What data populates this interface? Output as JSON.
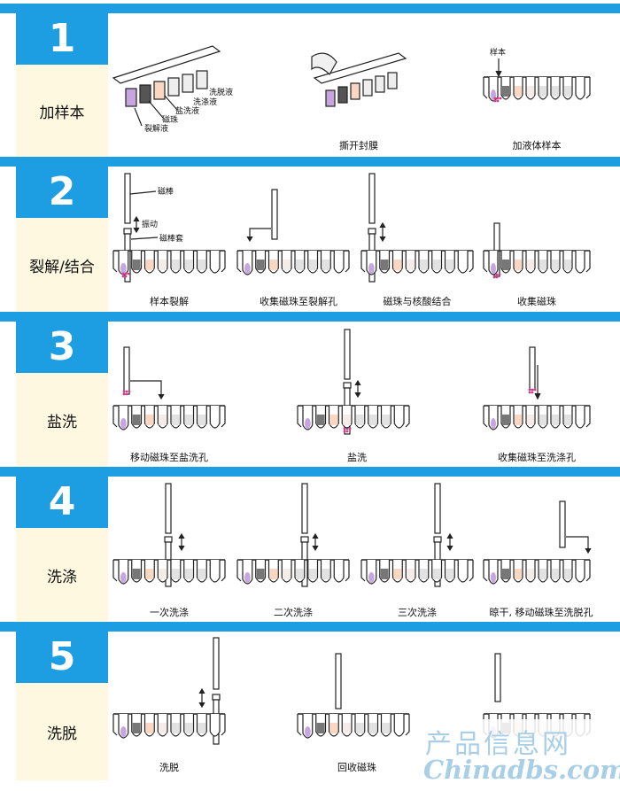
{
  "steps": [
    {
      "number": "1",
      "label": "加样本",
      "captions": [
        "撕开封膜",
        "加液体样本"
      ],
      "annotations": {
        "wash_elution": "洗脱液",
        "wash": "洗涤液",
        "salt": "盐洗液",
        "beads": "磁珠",
        "lysis": "裂解液",
        "sample": "样本"
      }
    },
    {
      "number": "2",
      "label": "裂解/结合",
      "captions": [
        "样本裂解",
        "收集磁珠至裂解孔",
        "磁珠与核酸结合",
        "收集磁珠"
      ],
      "annotations": {
        "rod": "磁棒",
        "vibrate": "振动",
        "sleeve": "磁棒套"
      }
    },
    {
      "number": "3",
      "label": "盐洗",
      "captions": [
        "移动磁珠至盐洗孔",
        "盐洗",
        "收集磁珠至洗涤孔"
      ]
    },
    {
      "number": "4",
      "label": "洗涤",
      "captions": [
        "一次洗涤",
        "二次洗涤",
        "三次洗涤",
        "晾干, 移动磁珠至洗脱孔"
      ]
    },
    {
      "number": "5",
      "label": "洗脱",
      "captions": [
        "洗脱",
        "回收磁珠"
      ]
    }
  ],
  "watermark": {
    "cn": "产品信息网",
    "en": "Chinadbs.com"
  },
  "colors": {
    "accent": "#1d9ee2",
    "label_bg": "#fdf8df",
    "purple_well": "#c7a6e0",
    "peach_well": "#fad7c2",
    "gray_well": "#e2e2e2",
    "bead": "#d43c8c"
  }
}
